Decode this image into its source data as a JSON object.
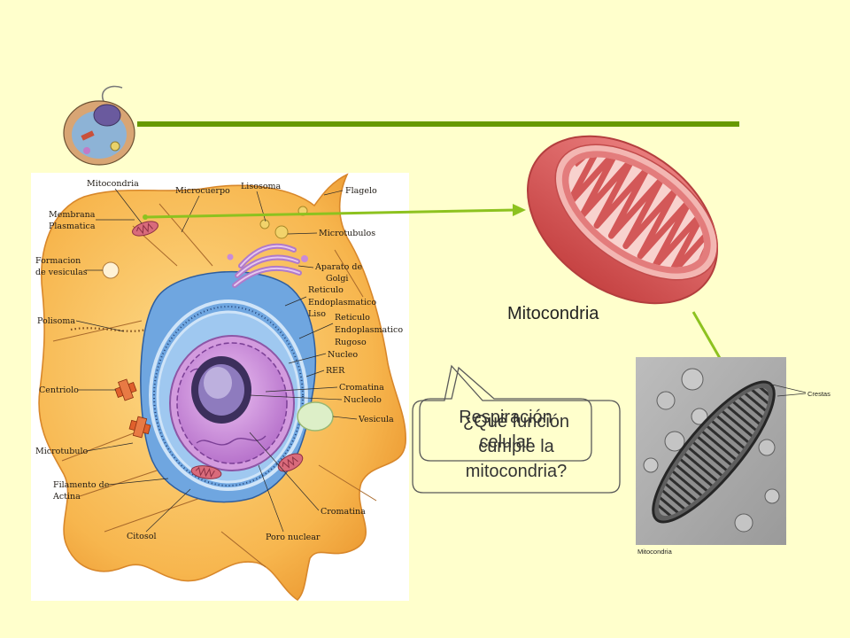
{
  "colors": {
    "background": "#FFFFCC",
    "divider": "#669900",
    "arrow": "#8DC21F",
    "callout_border": "#595959"
  },
  "cell_diagram": {
    "labels": {
      "mitocondria": "Mitocondria",
      "microcuerpo": "Microcuerpo",
      "lisosoma": "Lisosoma",
      "flagelo": "Flagelo",
      "membrana_plasmatica": [
        "Membrana",
        "Plasmatica"
      ],
      "microtubulos": "Microtubulos",
      "formacion_de_vesiculas": [
        "Formacion",
        "de vesiculas"
      ],
      "aparato_de_golgi": [
        "Aparato de",
        "Golgi"
      ],
      "reticulo_endoplasmatico_liso": [
        "Reticulo",
        "Endoplasmatico",
        "Liso"
      ],
      "polisoma": "Polisoma",
      "reticulo_endoplasmatico_rugoso": [
        "Reticulo",
        "Endoplasmatico",
        "Rugoso"
      ],
      "nucleo": "Nucleo",
      "rer": "RER",
      "centriolo": "Centriolo",
      "cromatina_top": "Cromatina",
      "nucleolo": "Nucleolo",
      "vesicula": "Vesicula",
      "microtubulo": "Microtubulo",
      "filamento_de_actina": [
        "Filamento de",
        "Actina"
      ],
      "citosol": "Citosol",
      "poro_nuclear": "Poro nuclear",
      "cromatina_bottom": "Cromatina"
    }
  },
  "mitochondria_illustration": {
    "caption": "Mitocondria"
  },
  "micrograph": {
    "crestas_label": "Crestas",
    "caption": "Mitocondria"
  },
  "callouts": {
    "question": [
      "¿Qué función",
      "cumple la",
      "mitocondria?"
    ],
    "answer": [
      "Respiración",
      "celular"
    ]
  }
}
